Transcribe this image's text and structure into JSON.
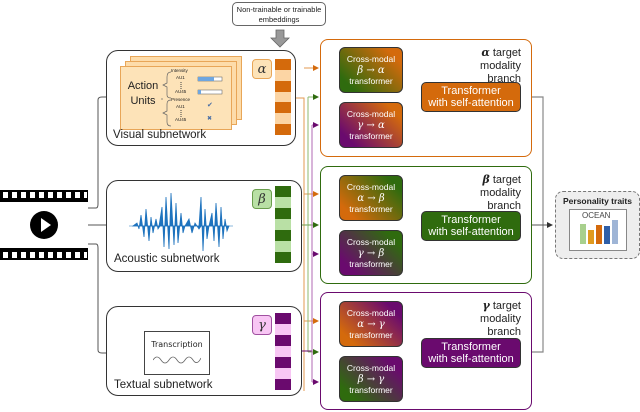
{
  "embeddings_note": "Non-trainable or trainable embeddings",
  "colors": {
    "alpha": "#d46a0c",
    "alpha_light": "#fcd5a4",
    "beta": "#2f6b0e",
    "beta_light": "#b9e0a5",
    "gamma": "#6a0a6e",
    "gamma_light": "#f8c6f4"
  },
  "video_input": {
    "icon": "video-play-icon"
  },
  "subnetworks": {
    "visual": {
      "label": "Visual subnetwork",
      "modality": "α",
      "action_units": {
        "title_line1": "Action",
        "title_line2": "Units",
        "intensity_label": "Intensity",
        "presence_label": "Presence",
        "au_first": "AU1",
        "au_last": "AU45",
        "check_icon": "✔",
        "cross_icon": "✖"
      }
    },
    "acoustic": {
      "label": "Acoustic subnetwork",
      "modality": "β",
      "icon": "waveform-icon"
    },
    "textual": {
      "label": "Textual subnetwork",
      "modality": "γ",
      "transcription_label": "Transcription"
    }
  },
  "branches": [
    {
      "symbol": "α",
      "title_rest": "target",
      "title_line2": "modality",
      "title_line3": "branch",
      "cross_top": {
        "line1": "Cross-modal",
        "math": "β → α",
        "line3": "transformer"
      },
      "cross_bottom": {
        "line1": "Cross-modal",
        "math": "γ → α",
        "line3": "transformer"
      },
      "self_attention": {
        "line1": "Transformer",
        "line2": "with self-attention"
      }
    },
    {
      "symbol": "β",
      "title_rest": "target",
      "title_line2": "modality",
      "title_line3": "branch",
      "cross_top": {
        "line1": "Cross-modal",
        "math": "α → β",
        "line3": "transformer"
      },
      "cross_bottom": {
        "line1": "Cross-modal",
        "math": "γ → β",
        "line3": "transformer"
      },
      "self_attention": {
        "line1": "Transformer",
        "line2": "with self-attention"
      }
    },
    {
      "symbol": "γ",
      "title_rest": "target",
      "title_line2": "modality",
      "title_line3": "branch",
      "cross_top": {
        "line1": "Cross-modal",
        "math": "α → γ",
        "line3": "transformer"
      },
      "cross_bottom": {
        "line1": "Cross-modal",
        "math": "β → γ",
        "line3": "transformer"
      },
      "self_attention": {
        "line1": "Transformer",
        "line2": "with self-attention"
      }
    }
  ],
  "output": {
    "title": "Personality traits",
    "chart_label": "OCEAN"
  }
}
